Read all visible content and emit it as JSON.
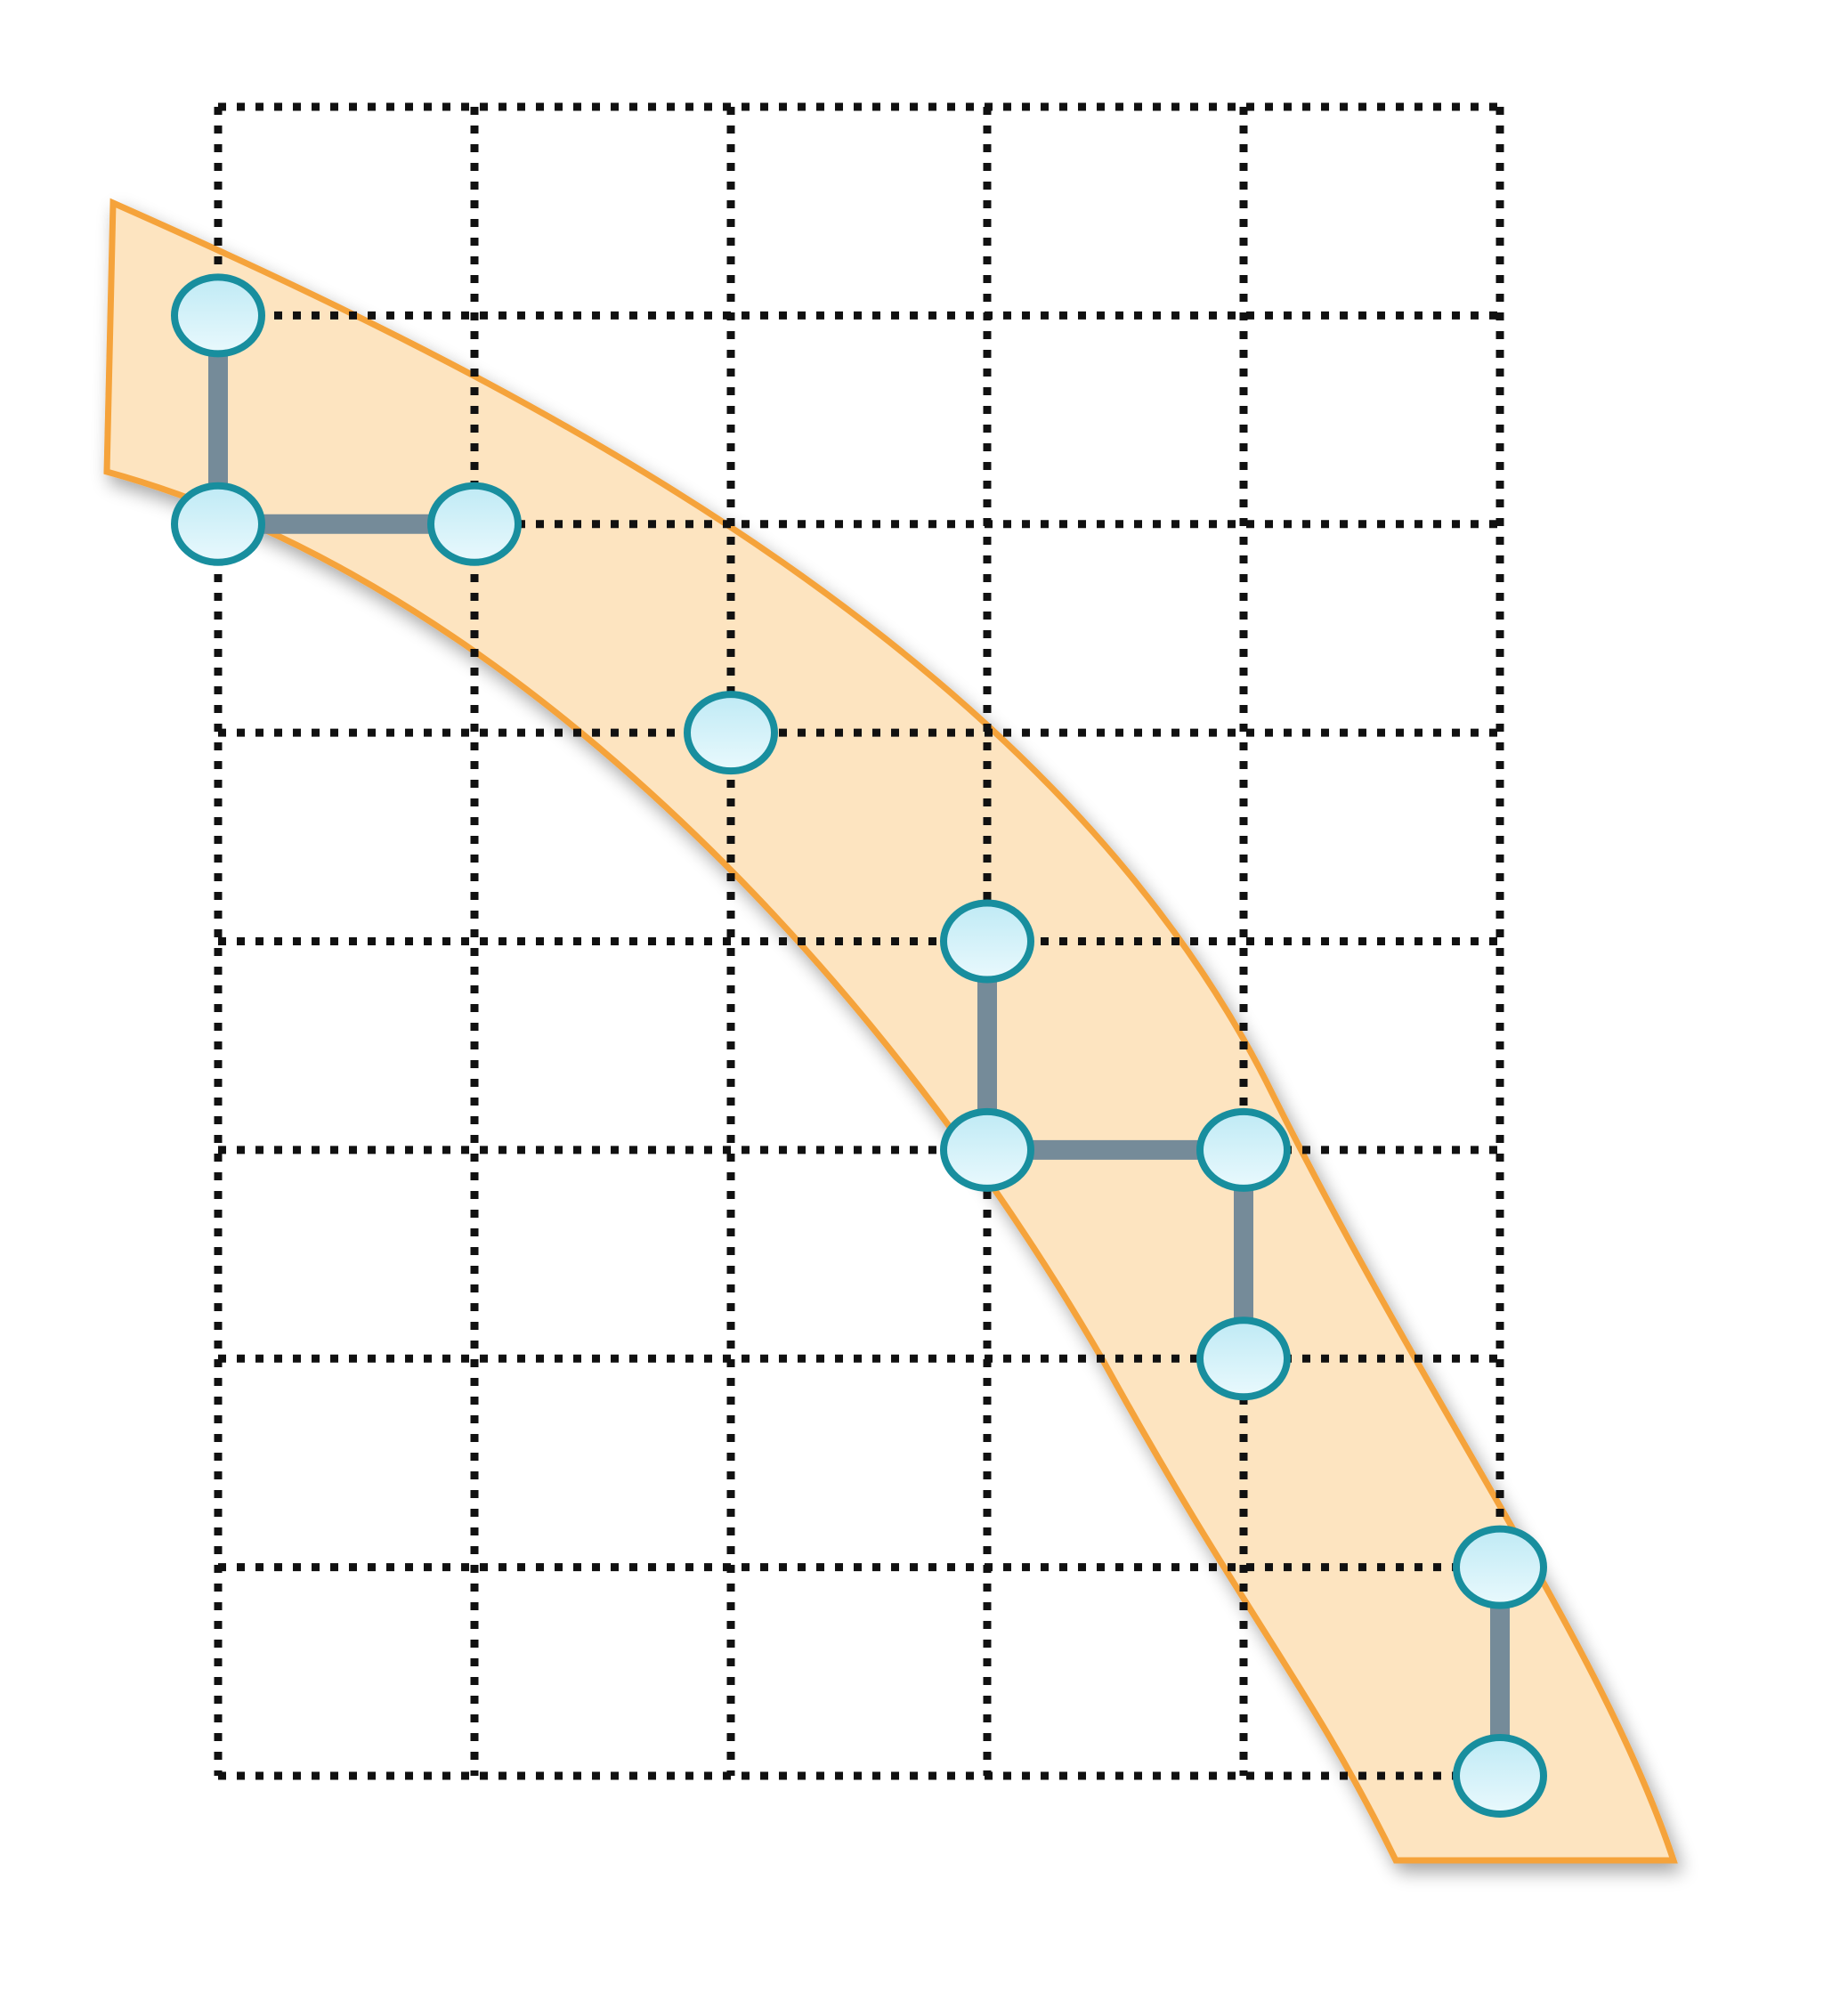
{
  "diagram": {
    "grid": {
      "columns": 5,
      "rows": 8
    },
    "colors": {
      "band_fill": "#fde4c0",
      "band_stroke": "#f5a33a",
      "grid_line": "#111111",
      "edge": "#758b99",
      "node_fill_top": "#bfeaf5",
      "node_fill_bottom": "#e9f9fd",
      "node_stroke": "#188e9e",
      "background": "#ffffff"
    },
    "nodes": [
      {
        "id": "n1",
        "col": 0,
        "row": 1
      },
      {
        "id": "n2",
        "col": 0,
        "row": 2
      },
      {
        "id": "n3",
        "col": 1,
        "row": 2
      },
      {
        "id": "n4",
        "col": 2,
        "row": 3
      },
      {
        "id": "n5",
        "col": 3,
        "row": 4
      },
      {
        "id": "n6",
        "col": 3,
        "row": 5
      },
      {
        "id": "n7",
        "col": 4,
        "row": 5
      },
      {
        "id": "n8",
        "col": 4,
        "row": 6
      },
      {
        "id": "n9",
        "col": 5,
        "row": 7
      },
      {
        "id": "n10",
        "col": 5,
        "row": 8
      }
    ],
    "edges": [
      {
        "from": "n1",
        "to": "n2"
      },
      {
        "from": "n2",
        "to": "n3"
      },
      {
        "from": "n5",
        "to": "n6"
      },
      {
        "from": "n6",
        "to": "n7"
      },
      {
        "from": "n7",
        "to": "n8"
      },
      {
        "from": "n9",
        "to": "n10"
      }
    ]
  }
}
